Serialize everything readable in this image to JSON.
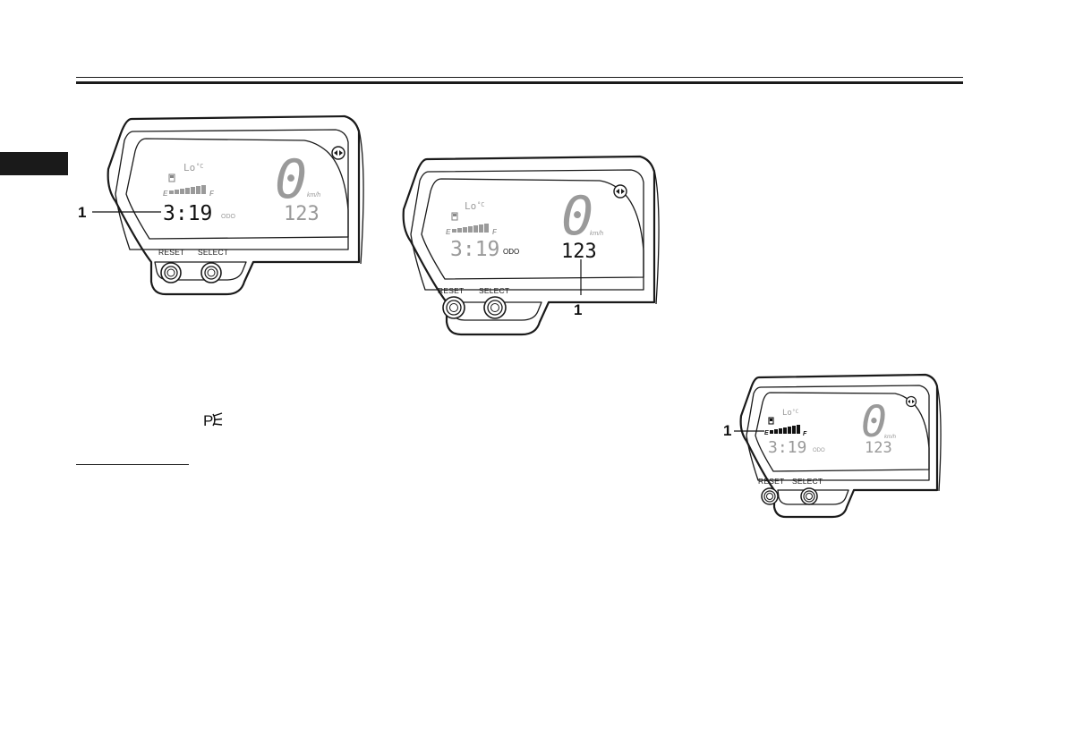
{
  "callout_number": "1",
  "display": {
    "clock": "3:19",
    "odo_label": "ODO",
    "odometer": "123",
    "speed": "0",
    "speed_unit": "km/h",
    "temp": "Lo",
    "temp_unit": "°C",
    "fuel_empty": "E",
    "fuel_full": "F"
  },
  "buttons": {
    "reset": "RESET",
    "select": "SELECT"
  },
  "icons": {
    "parking_light": "P≶"
  },
  "highlighted_items": [
    "clock",
    "odometer",
    "fuel-gauge"
  ]
}
